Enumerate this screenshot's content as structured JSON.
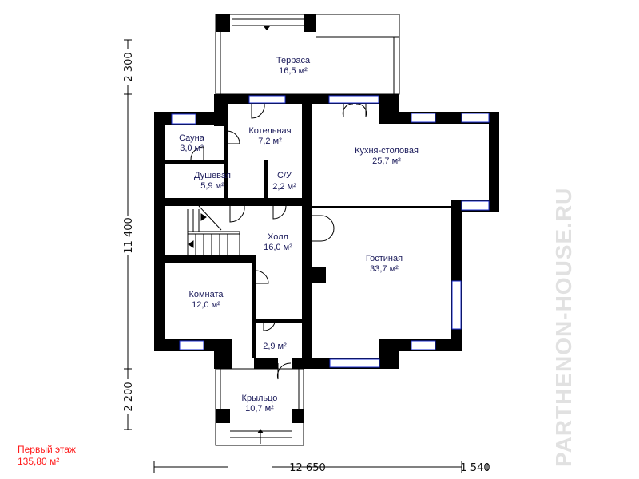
{
  "rooms": {
    "terrace": {
      "name": "Терраса",
      "area": "16,5 м²"
    },
    "sauna": {
      "name": "Сауна",
      "area": "3,0 м²"
    },
    "boiler": {
      "name": "Котельная",
      "area": "7,2 м²"
    },
    "kitchen": {
      "name": "Кухня-столовая",
      "area": "25,7 м²"
    },
    "shower": {
      "name": "Душевая",
      "area": "5,9 м²"
    },
    "wc": {
      "name": "С/У",
      "area": "2,2 м²"
    },
    "hall": {
      "name": "Холл",
      "area": "16,0 м²"
    },
    "living": {
      "name": "Гостиная",
      "area": "33,7 м²"
    },
    "room": {
      "name": "Комната",
      "area": "12,0 м²"
    },
    "closet": {
      "area": "2,9 м²"
    },
    "porch": {
      "name": "Крыльцо",
      "area": "10,7 м²"
    }
  },
  "dimensions": {
    "vertical": [
      "2 300",
      "11 400",
      "2 200"
    ],
    "horizontal": [
      "12 650",
      "1 540"
    ]
  },
  "floor": {
    "title": "Первый этаж",
    "total_area": "135,80 м²"
  },
  "watermark": "PARTHENON-HOUSE.RU"
}
